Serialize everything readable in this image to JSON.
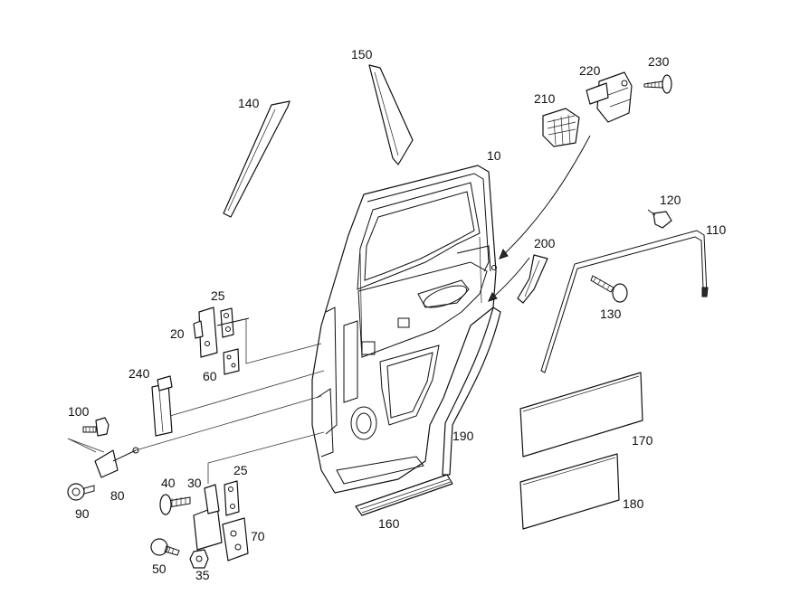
{
  "diagram": {
    "part_labels": [
      "10",
      "20",
      "25",
      "25",
      "30",
      "35",
      "40",
      "50",
      "60",
      "70",
      "80",
      "90",
      "100",
      "110",
      "120",
      "130",
      "140",
      "150",
      "160",
      "170",
      "180",
      "190",
      "200",
      "210",
      "220",
      "230",
      "240"
    ]
  },
  "colors": {
    "line": "#111111",
    "fill": "#ffffff",
    "shade": "#2a2a2a",
    "background": "#ffffff"
  }
}
